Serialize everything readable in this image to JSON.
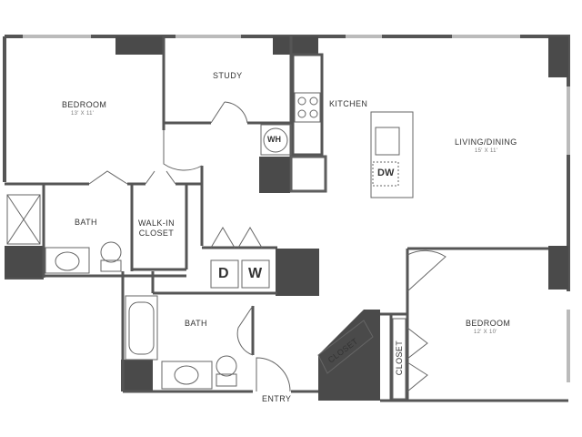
{
  "floorplan": {
    "colors": {
      "wall": "#555555",
      "solid": "#4a4a4a",
      "window": "#bbbbbb",
      "fixture": "#666666",
      "background": "#ffffff"
    },
    "rooms": {
      "bedroom_1": {
        "label": "BEDROOM",
        "dimension": "13' X 11'"
      },
      "study": {
        "label": "STUDY"
      },
      "kitchen": {
        "label": "KITCHEN"
      },
      "living_dining": {
        "label": "LIVING/DINING",
        "dimension": "15' X 11'"
      },
      "bath_1": {
        "label": "BATH"
      },
      "walk_in_closet": {
        "label": "WALK-IN\nCLOSET"
      },
      "bath_2": {
        "label": "BATH"
      },
      "entry": {
        "label": "ENTRY"
      },
      "closet_1": {
        "label": "CLOSET"
      },
      "closet_2": {
        "label": "CLOSET"
      },
      "bedroom_2": {
        "label": "BEDROOM",
        "dimension": "12' X 10'"
      }
    },
    "appliances": {
      "water_heater": "WH",
      "dishwasher": "DW",
      "dryer": "D",
      "washer": "W"
    }
  }
}
